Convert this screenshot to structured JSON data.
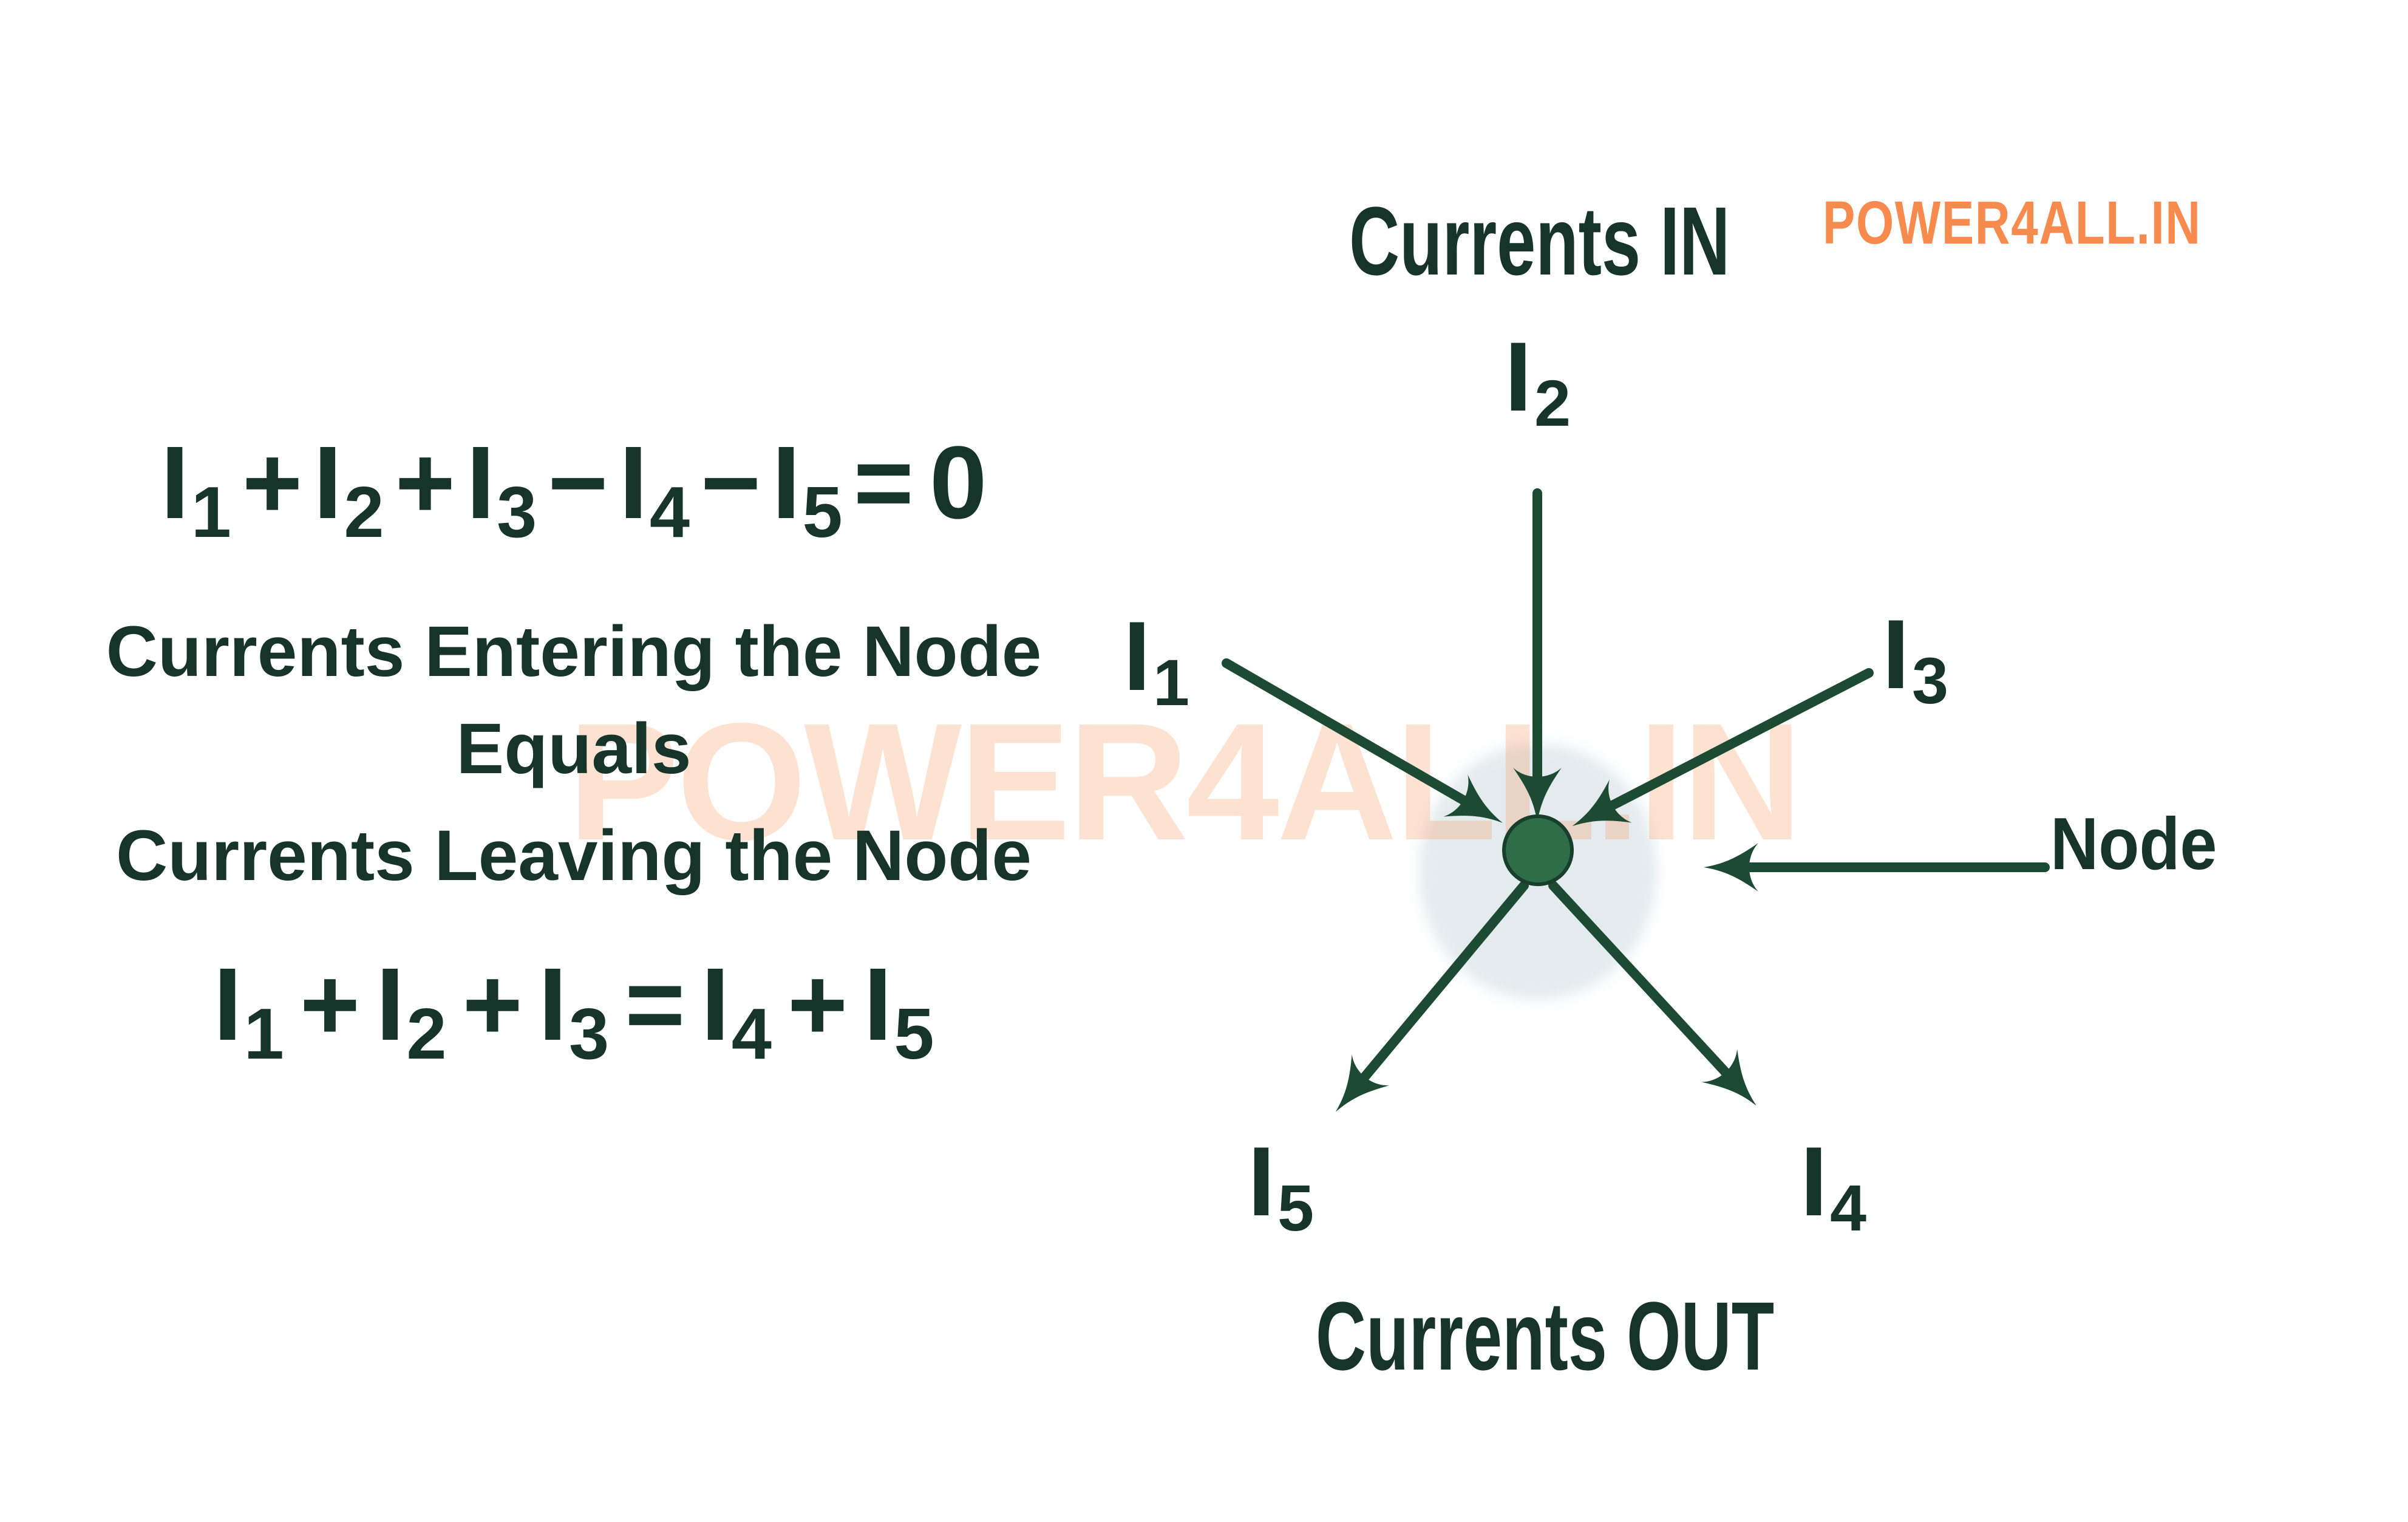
{
  "brand": {
    "logo_text": "POWER4ALL.IN",
    "watermark_text": "POWER4ALL.IN",
    "logo_color": "#f78b4d",
    "watermark_color": "rgba(246,146,88,0.27)"
  },
  "colors": {
    "text_green": "#163429",
    "arrow_green": "#1d4a33",
    "node_fill": "#2e6d48",
    "node_outline": "#173f2b",
    "node_halo": "#e3ebee",
    "background": "#ffffff"
  },
  "left_panel": {
    "equation_sum_zero": [
      {
        "base": "I",
        "sub": "1"
      },
      {
        "op": "+"
      },
      {
        "base": "I",
        "sub": "2"
      },
      {
        "op": "+"
      },
      {
        "base": "I",
        "sub": "3"
      },
      {
        "op": "−"
      },
      {
        "base": "I",
        "sub": "4"
      },
      {
        "op": "−"
      },
      {
        "base": "I",
        "sub": "5"
      },
      {
        "op": "="
      },
      {
        "num": "0"
      }
    ],
    "caption_line1": "Currents Entering the Node",
    "caption_line2": "Equals",
    "caption_line3": "Currents Leaving the Node",
    "equation_in_out": [
      {
        "base": "I",
        "sub": "1"
      },
      {
        "op": "+"
      },
      {
        "base": "I",
        "sub": "2"
      },
      {
        "op": "+"
      },
      {
        "base": "I",
        "sub": "3"
      },
      {
        "op": "="
      },
      {
        "base": "I",
        "sub": "4"
      },
      {
        "op": "+"
      },
      {
        "base": "I",
        "sub": "5"
      }
    ]
  },
  "diagram": {
    "currents_in_label": "Currents IN",
    "currents_out_label": "Currents OUT",
    "node_label": "Node",
    "branch_labels": {
      "i1": {
        "base": "I",
        "sub": "1"
      },
      "i2": {
        "base": "I",
        "sub": "2"
      },
      "i3": {
        "base": "I",
        "sub": "3"
      },
      "i4": {
        "base": "I",
        "sub": "4"
      },
      "i5": {
        "base": "I",
        "sub": "5"
      }
    }
  }
}
